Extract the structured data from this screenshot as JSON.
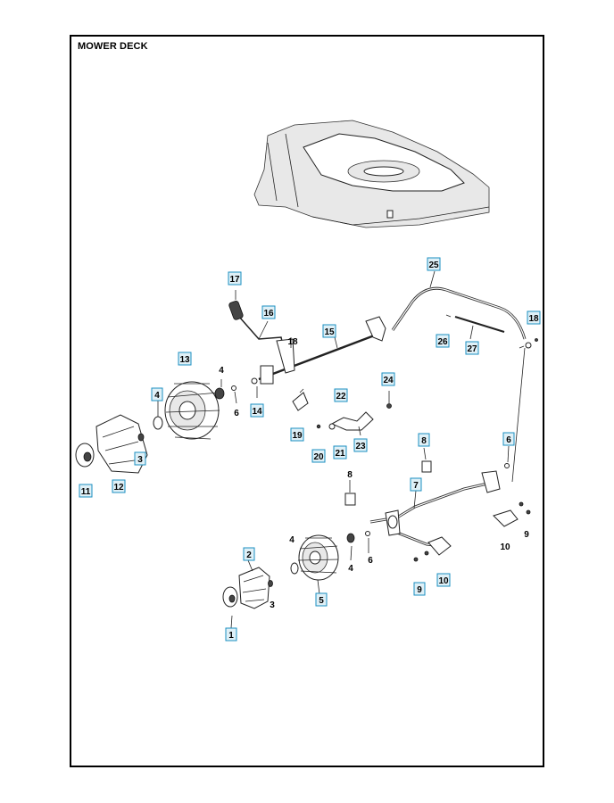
{
  "title": "MOWER DECK",
  "callouts": [
    {
      "id": "c25",
      "text": "25",
      "boxed": true
    },
    {
      "id": "c17",
      "text": "17",
      "boxed": true
    },
    {
      "id": "c16",
      "text": "16",
      "boxed": true
    },
    {
      "id": "c18a",
      "text": "18",
      "boxed": true
    },
    {
      "id": "c18b",
      "text": "18",
      "boxed": false
    },
    {
      "id": "c15",
      "text": "15",
      "boxed": true
    },
    {
      "id": "c26",
      "text": "26",
      "boxed": true
    },
    {
      "id": "c27",
      "text": "27",
      "boxed": true
    },
    {
      "id": "c13",
      "text": "13",
      "boxed": true
    },
    {
      "id": "c4a",
      "text": "4",
      "boxed": false
    },
    {
      "id": "c4b",
      "text": "4",
      "boxed": true
    },
    {
      "id": "c6a",
      "text": "6",
      "boxed": false
    },
    {
      "id": "c14",
      "text": "14",
      "boxed": true
    },
    {
      "id": "c22",
      "text": "22",
      "boxed": true
    },
    {
      "id": "c24",
      "text": "24",
      "boxed": true
    },
    {
      "id": "c3a",
      "text": "3",
      "boxed": true
    },
    {
      "id": "c19",
      "text": "19",
      "boxed": true
    },
    {
      "id": "c20",
      "text": "20",
      "boxed": true
    },
    {
      "id": "c21",
      "text": "21",
      "boxed": true
    },
    {
      "id": "c23",
      "text": "23",
      "boxed": true
    },
    {
      "id": "c11",
      "text": "11",
      "boxed": true
    },
    {
      "id": "c12",
      "text": "12",
      "boxed": true
    },
    {
      "id": "c8a",
      "text": "8",
      "boxed": true
    },
    {
      "id": "c6b",
      "text": "6",
      "boxed": true
    },
    {
      "id": "c8b",
      "text": "8",
      "boxed": false
    },
    {
      "id": "c7",
      "text": "7",
      "boxed": true
    },
    {
      "id": "c10a",
      "text": "10",
      "boxed": false
    },
    {
      "id": "c9a",
      "text": "9",
      "boxed": false
    },
    {
      "id": "c4c",
      "text": "4",
      "boxed": false
    },
    {
      "id": "c4d",
      "text": "4",
      "boxed": false
    },
    {
      "id": "c6c",
      "text": "6",
      "boxed": false
    },
    {
      "id": "c2",
      "text": "2",
      "boxed": true
    },
    {
      "id": "c3b",
      "text": "3",
      "boxed": false
    },
    {
      "id": "c5",
      "text": "5",
      "boxed": true
    },
    {
      "id": "c9b",
      "text": "9",
      "boxed": true
    },
    {
      "id": "c10b",
      "text": "10",
      "boxed": true
    },
    {
      "id": "c1",
      "text": "1",
      "boxed": true
    }
  ],
  "colors": {
    "label_fill": "#dff0f7",
    "label_border": "#1b8fc1",
    "frame": "#000000"
  }
}
